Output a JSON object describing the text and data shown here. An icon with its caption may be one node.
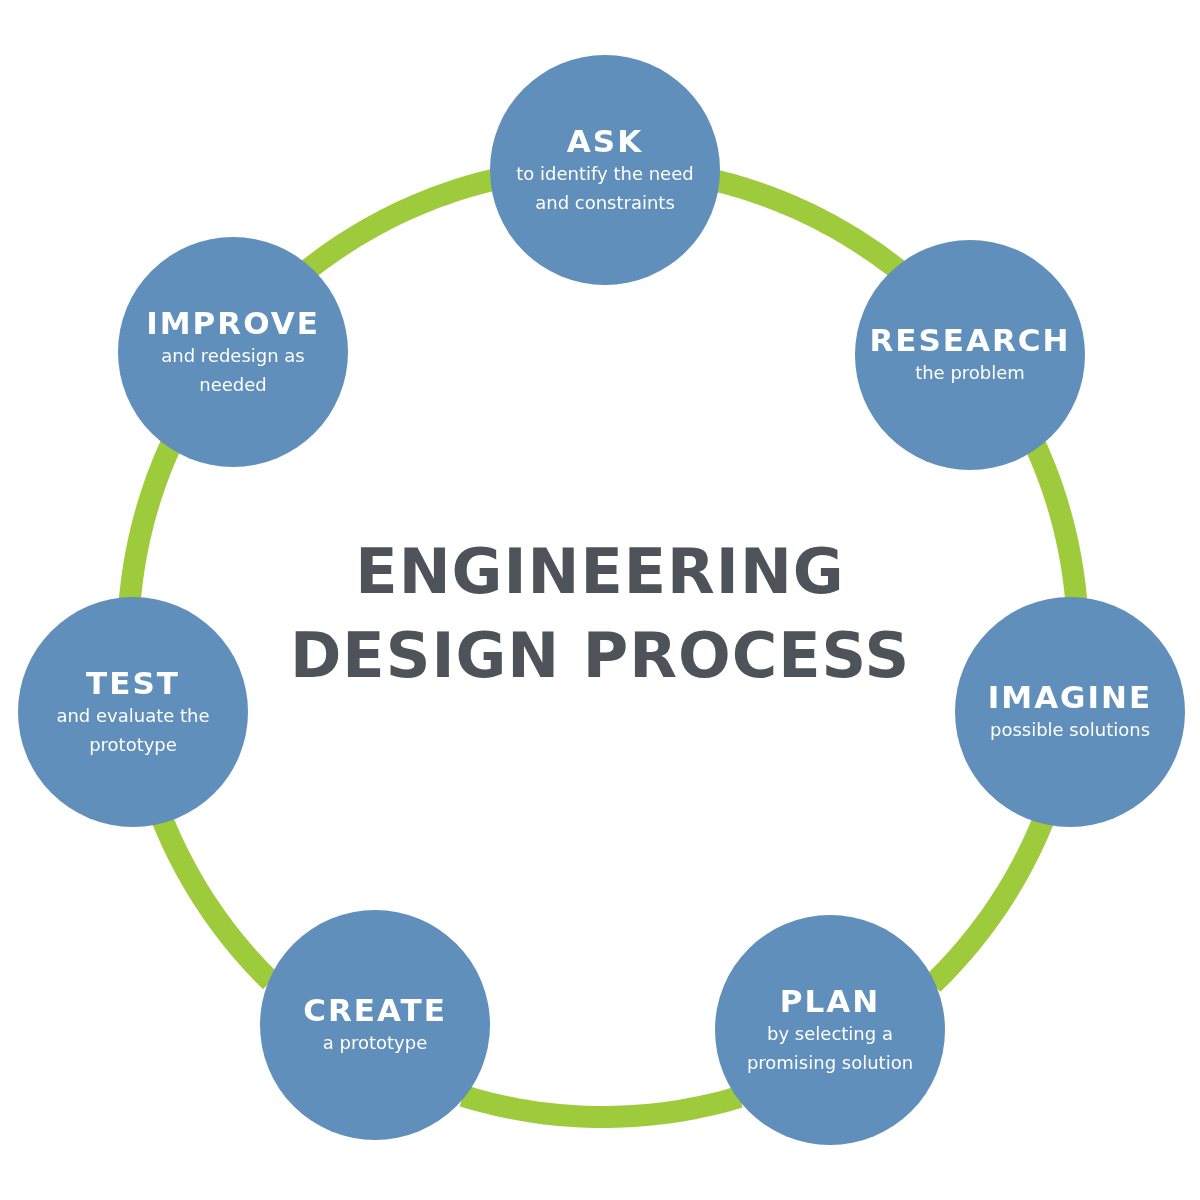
{
  "diagram": {
    "title": "ENGINEERING DESIGN PROCESS",
    "nodes": [
      {
        "text": [
          "ASK",
          "to identify the need and constraints"
        ]
      },
      {
        "text": [
          "RESEARCH",
          "the problem"
        ]
      },
      {
        "text": [
          "IMAGINE",
          "possible solutions"
        ]
      },
      {
        "text": [
          "PLAN",
          "by selecting a promising solution"
        ]
      },
      {
        "text": [
          "CREATE",
          "a prototype"
        ]
      },
      {
        "text": [
          "TEST",
          "and evaluate the prototype"
        ]
      },
      {
        "text": [
          "IMPROVE",
          "and redesign as needed"
        ]
      }
    ],
    "edges": [
      {
        "from": 0,
        "to": 1,
        "arrow": "none",
        "color": "#9dcb3b"
      },
      {
        "from": 1,
        "to": 2,
        "arrow": "none",
        "color": "#9dcb3b"
      },
      {
        "from": 2,
        "to": 3,
        "arrow": "none",
        "color": "#9dcb3b"
      },
      {
        "from": 3,
        "to": 4,
        "arrow": "none",
        "color": "#9dcb3b"
      },
      {
        "from": 4,
        "to": 5,
        "arrow": "none",
        "color": "#9dcb3b"
      },
      {
        "from": 5,
        "to": 6,
        "arrow": "none",
        "color": "#9dcb3b"
      },
      {
        "from": 6,
        "to": 0,
        "arrow": "none",
        "color": "#9dcb3b"
      }
    ]
  }
}
